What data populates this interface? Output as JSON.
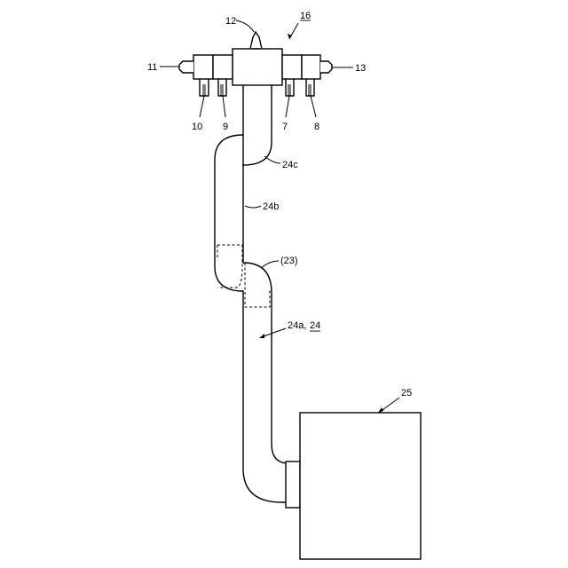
{
  "labels": {
    "l16": "16",
    "l12": "12",
    "l11": "11",
    "l13": "13",
    "l10": "10",
    "l9": "9",
    "l7": "7",
    "l8": "8",
    "l24c": "24c",
    "l24b": "24b",
    "l23": "(23)",
    "l24a": "24a,",
    "l24": "24",
    "l25": "25"
  }
}
